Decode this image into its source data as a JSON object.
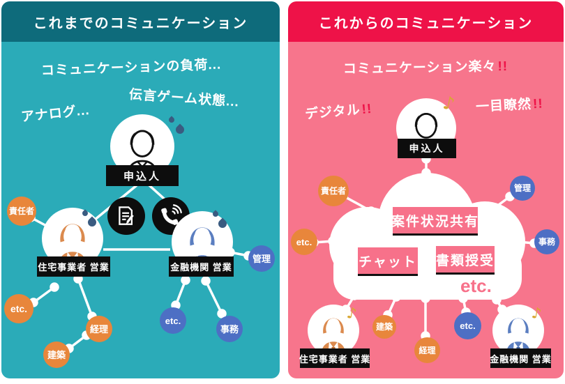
{
  "colors": {
    "left_body": "#2BABB8",
    "left_header": "#0E6B7B",
    "right_body": "#F7758C",
    "right_header": "#EE1248",
    "orange_circle": "#E8863B",
    "blue_circle": "#4D6FC4",
    "label_black": "#0d0d0d",
    "cloud_white": "#FFFFFF",
    "gold_note": "#D9A733",
    "sweat_drop": "#3A5B80"
  },
  "left": {
    "title": "これまでのコミュニケーション",
    "note_burden": "コミュニケーションの負荷...",
    "note_analog": "アナログ...",
    "note_telephone_game": "伝言ゲーム状態...",
    "applicant_label": "申込人",
    "housing_label": "住宅事業者 営業",
    "finance_label": "金融機関 営業",
    "icons": {
      "document": "document-pen-icon",
      "phone": "phone-call-icon"
    },
    "satellites": {
      "sekininsha": "責任者",
      "etc_orange": "etc.",
      "keiri": "経理",
      "kenchiku": "建築",
      "kanri": "管理",
      "etc_blue": "etc.",
      "jimu": "事務"
    }
  },
  "right": {
    "title": "これからのコミュニケーション",
    "note_easy": "コミュニケーション楽々",
    "note_easy_bang": "!!",
    "note_digital": "デジタル",
    "note_digital_bang": "!!",
    "note_glance": "一目瞭然",
    "note_glance_bang": "!!",
    "applicant_label": "申込人",
    "housing_label": "住宅事業者 営業",
    "finance_label": "金融機関 営業",
    "music_note": "♪",
    "cloud": {
      "feature_status": "案件状況共有",
      "feature_chat": "チャット",
      "feature_docs": "書類授受",
      "etc": "etc."
    },
    "satellites": {
      "sekininsha": "責任者",
      "kanri": "管理",
      "etc_orange": "etc.",
      "jimu": "事務",
      "kenchiku": "建築",
      "keiri": "経理",
      "etc_blue": "etc."
    }
  }
}
